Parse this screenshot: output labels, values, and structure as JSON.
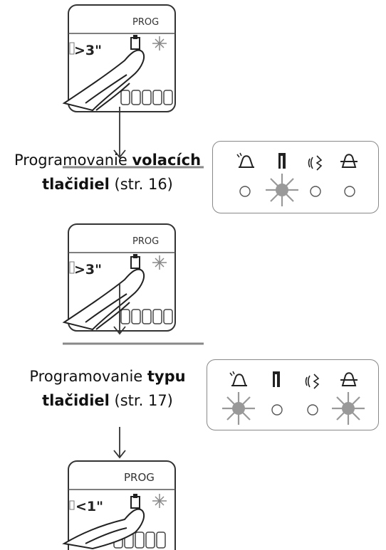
{
  "steps": [
    {
      "prog_label": "PROG",
      "time_label": ">3\""
    },
    {
      "prog_label": "PROG",
      "time_label": ">3\""
    },
    {
      "prog_label": "PROG",
      "time_label": "<1\""
    }
  ],
  "captions": [
    {
      "prefix": "Programovanie ",
      "bold1": "volacích",
      "bold2": "tlačidiel",
      "suffix": " (str. 16)"
    },
    {
      "prefix": "Programovanie ",
      "bold1": "typu",
      "bold2": "tlačidiel",
      "suffix": " (str. 17)"
    }
  ],
  "panels": [
    {
      "icons": [
        "bell-icon",
        "door-icon",
        "sound-icon",
        "alarm-bell-icon"
      ],
      "leds": [
        "off",
        "on",
        "off",
        "off"
      ]
    },
    {
      "icons": [
        "bell-icon",
        "door-icon",
        "sound-icon",
        "alarm-bell-icon"
      ],
      "leds": [
        "on",
        "off",
        "off",
        "on"
      ]
    }
  ],
  "colors": {
    "line": "#555555",
    "led_on": "#999999",
    "panel_border": "#888888"
  }
}
